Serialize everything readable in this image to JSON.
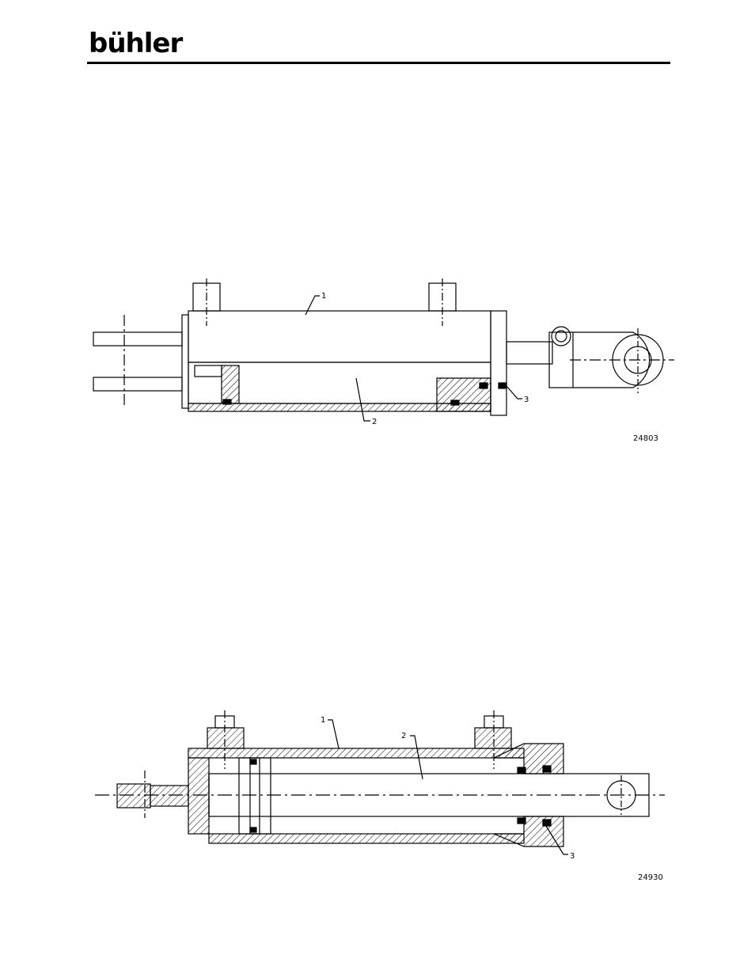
{
  "header": {
    "brand": "bühler"
  },
  "figures": [
    {
      "id": "24803",
      "callouts": [
        "1",
        "2",
        "3"
      ]
    },
    {
      "id": "24930",
      "callouts": [
        "1",
        "2",
        "3"
      ]
    }
  ]
}
